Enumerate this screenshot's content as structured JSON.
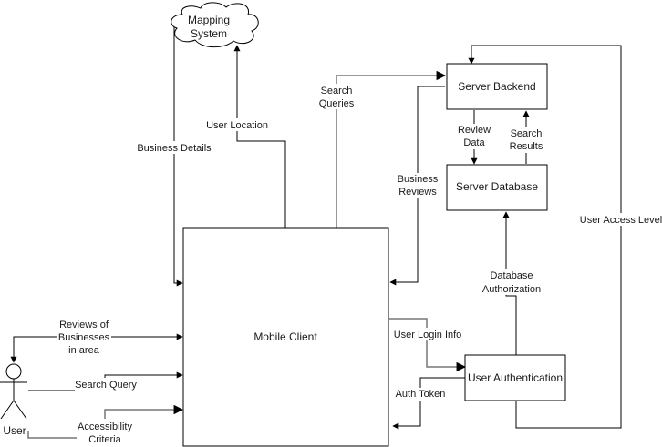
{
  "nodes": {
    "mapping_system": {
      "label_lines": [
        "Mapping",
        "System"
      ],
      "shape": "cloud"
    },
    "server_backend": {
      "label": "Server Backend",
      "shape": "rectangle"
    },
    "server_database": {
      "label": "Server Database",
      "shape": "rectangle"
    },
    "mobile_client": {
      "label": "Mobile Client",
      "shape": "rectangle"
    },
    "user_authentication": {
      "label": "User Authentication",
      "shape": "rectangle"
    },
    "user": {
      "label": "User",
      "shape": "actor"
    }
  },
  "edges": {
    "business_details": {
      "label_lines": [
        "Business Details"
      ],
      "from": "Mapping System",
      "to": "Mobile Client"
    },
    "user_location": {
      "label_lines": [
        "User Location"
      ],
      "from": "Mobile Client",
      "to": "Mapping System"
    },
    "search_queries": {
      "label_lines": [
        "Search",
        "Queries"
      ],
      "from": "Mobile Client",
      "to": "Server Backend"
    },
    "business_reviews": {
      "label_lines": [
        "Business",
        "Reviews"
      ],
      "from": "Server Backend",
      "to": "Mobile Client"
    },
    "review_data": {
      "label_lines": [
        "Review",
        "Data"
      ],
      "from": "Server Backend",
      "to": "Server Database"
    },
    "search_results": {
      "label_lines": [
        "Search",
        "Results"
      ],
      "from": "Server Database",
      "to": "Server Backend"
    },
    "user_access_level": {
      "label_lines": [
        "User Access Level"
      ],
      "from": "User Authentication",
      "to": "Server Backend"
    },
    "database_authorization": {
      "label_lines": [
        "Database",
        "Authorization"
      ],
      "from": "User Authentication",
      "to": "Server Database"
    },
    "user_login_info": {
      "label_lines": [
        "User Login Info"
      ],
      "from": "Mobile Client",
      "to": "User Authentication"
    },
    "auth_token": {
      "label_lines": [
        "Auth Token"
      ],
      "from": "User Authentication",
      "to": "Mobile Client"
    },
    "reviews_of_businesses": {
      "label_lines": [
        "Reviews of",
        "Businesses",
        "in area"
      ],
      "from": "Mobile Client",
      "to": "User"
    },
    "search_query": {
      "label_lines": [
        "Search Query"
      ],
      "from": "User",
      "to": "Mobile Client"
    },
    "accessibility_criteria": {
      "label_lines": [
        "Accessibility",
        "Criteria"
      ],
      "from": "User",
      "to": "Mobile Client"
    }
  },
  "colors": {
    "stroke": "#000000",
    "grey_stroke": "#777777",
    "text": "#1a1a1a",
    "background": "#ffffff"
  }
}
